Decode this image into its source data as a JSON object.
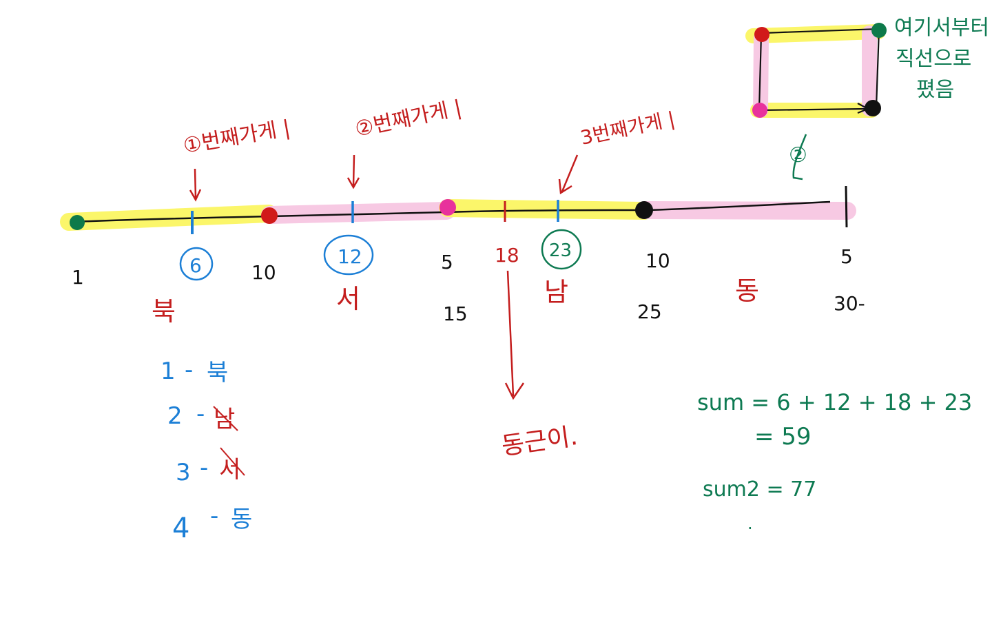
{
  "colors": {
    "red": "#c41e1e",
    "blue": "#1c7fd6",
    "green": "#0e7a52",
    "black": "#111111",
    "highlight_yellow": "#fbf66a",
    "highlight_pink": "#f7c9e3",
    "dot_green": "#0d7a4a",
    "dot_red": "#d11a1a",
    "dot_pink": "#e8329c",
    "dot_black": "#111111"
  },
  "labels": {
    "store1": "①번째가게 |",
    "store2": "②번째가게 |",
    "store3": "3번째가게 |",
    "legend_text_1": "여기서부터",
    "legend_text_2": "직선으로",
    "legend_text_3": "폈음",
    "legend_arrow_sym": "②"
  },
  "ticks_top": {
    "t1": "1",
    "t6": "6",
    "t10a": "10",
    "t12": "12",
    "t5a": "5",
    "t18": "18",
    "t23": "23",
    "t10b": "10",
    "t5b": "5"
  },
  "ticks_bottom": {
    "t15": "15",
    "t25": "25",
    "t30": "30-"
  },
  "directions": {
    "north": "북",
    "west": "서",
    "south": "남",
    "east": "동"
  },
  "mapping": {
    "rows": [
      {
        "num": "1",
        "dash": "-",
        "dir": "북",
        "dir_color": "#1c7fd6"
      },
      {
        "num": "2",
        "dash": "-",
        "dir": "남",
        "dir_color": "#c41e1e"
      },
      {
        "num": "3",
        "dash": "-",
        "dir": "서",
        "dir_color": "#c41e1e"
      },
      {
        "num": "4",
        "dash": "-",
        "dir": "동",
        "dir_color": "#1c7fd6"
      }
    ],
    "strike1": "남",
    "strike2": "서"
  },
  "dongpin": "동근이.",
  "sums": {
    "line1": "sum = 6 + 12 + 18 + 23",
    "line2": "= 59",
    "line3": "sum2 = 77",
    "dot": "."
  }
}
